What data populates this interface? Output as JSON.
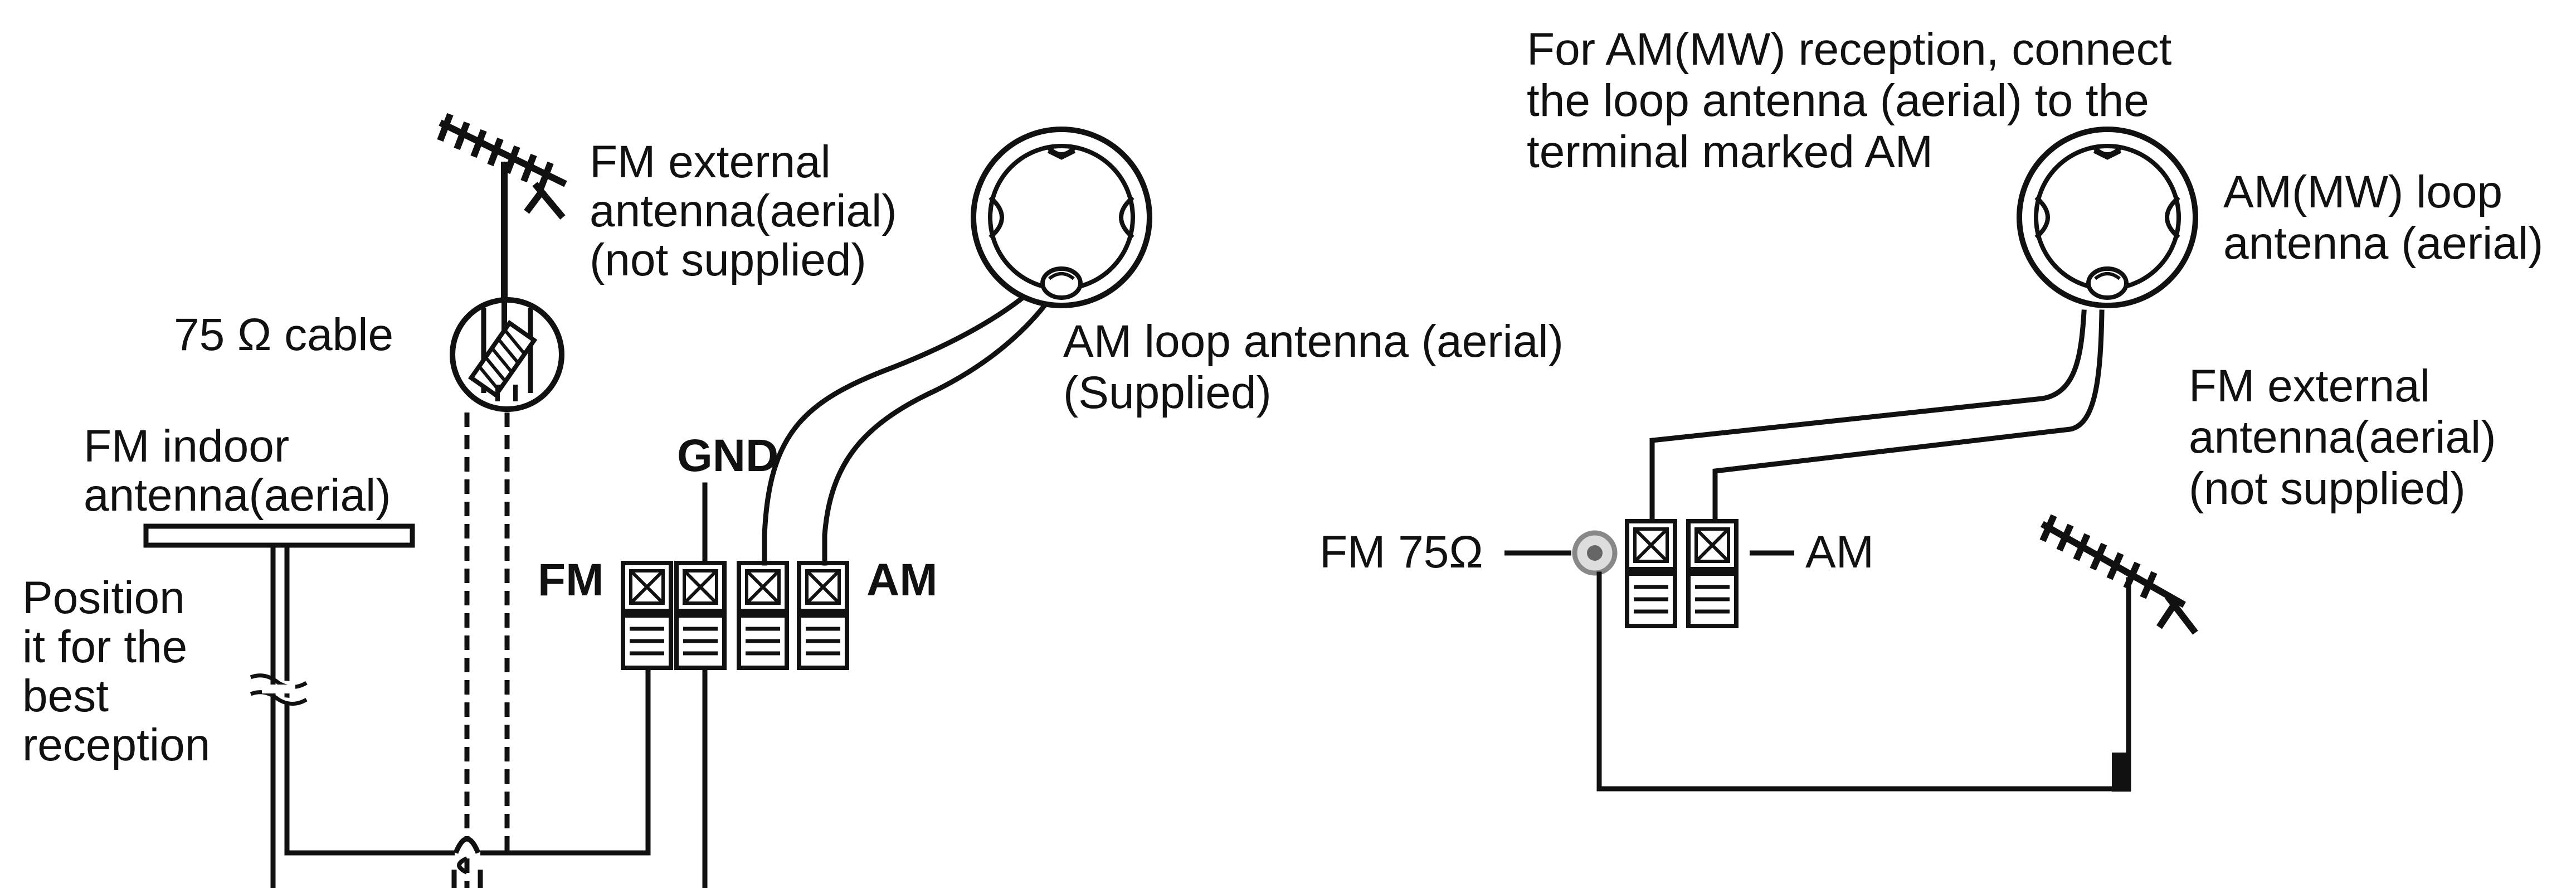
{
  "left_panel": {
    "fm_external_antenna": [
      "FM external",
      "antenna(aerial)",
      "(not supplied)"
    ],
    "cable_label": "75 Ω cable",
    "fm_indoor_antenna": [
      "FM indoor",
      "antenna(aerial)"
    ],
    "position_note": [
      "Position",
      "it for the",
      "best",
      "reception"
    ],
    "am_loop_supplied": [
      "AM loop antenna (aerial)",
      "(Supplied)"
    ],
    "terminal_fm": "FM",
    "terminal_gnd": "GND",
    "terminal_am": "AM"
  },
  "right_panel": {
    "instruction": [
      "For AM(MW) reception, connect",
      "the loop antenna (aerial) to the",
      "terminal marked AM"
    ],
    "am_mw_loop": [
      "AM(MW) loop",
      "antenna (aerial)"
    ],
    "fm_external_antenna": [
      "FM external",
      "antenna(aerial)",
      "(not supplied)"
    ],
    "terminal_fm75": "FM 75Ω",
    "terminal_am": "AM"
  }
}
